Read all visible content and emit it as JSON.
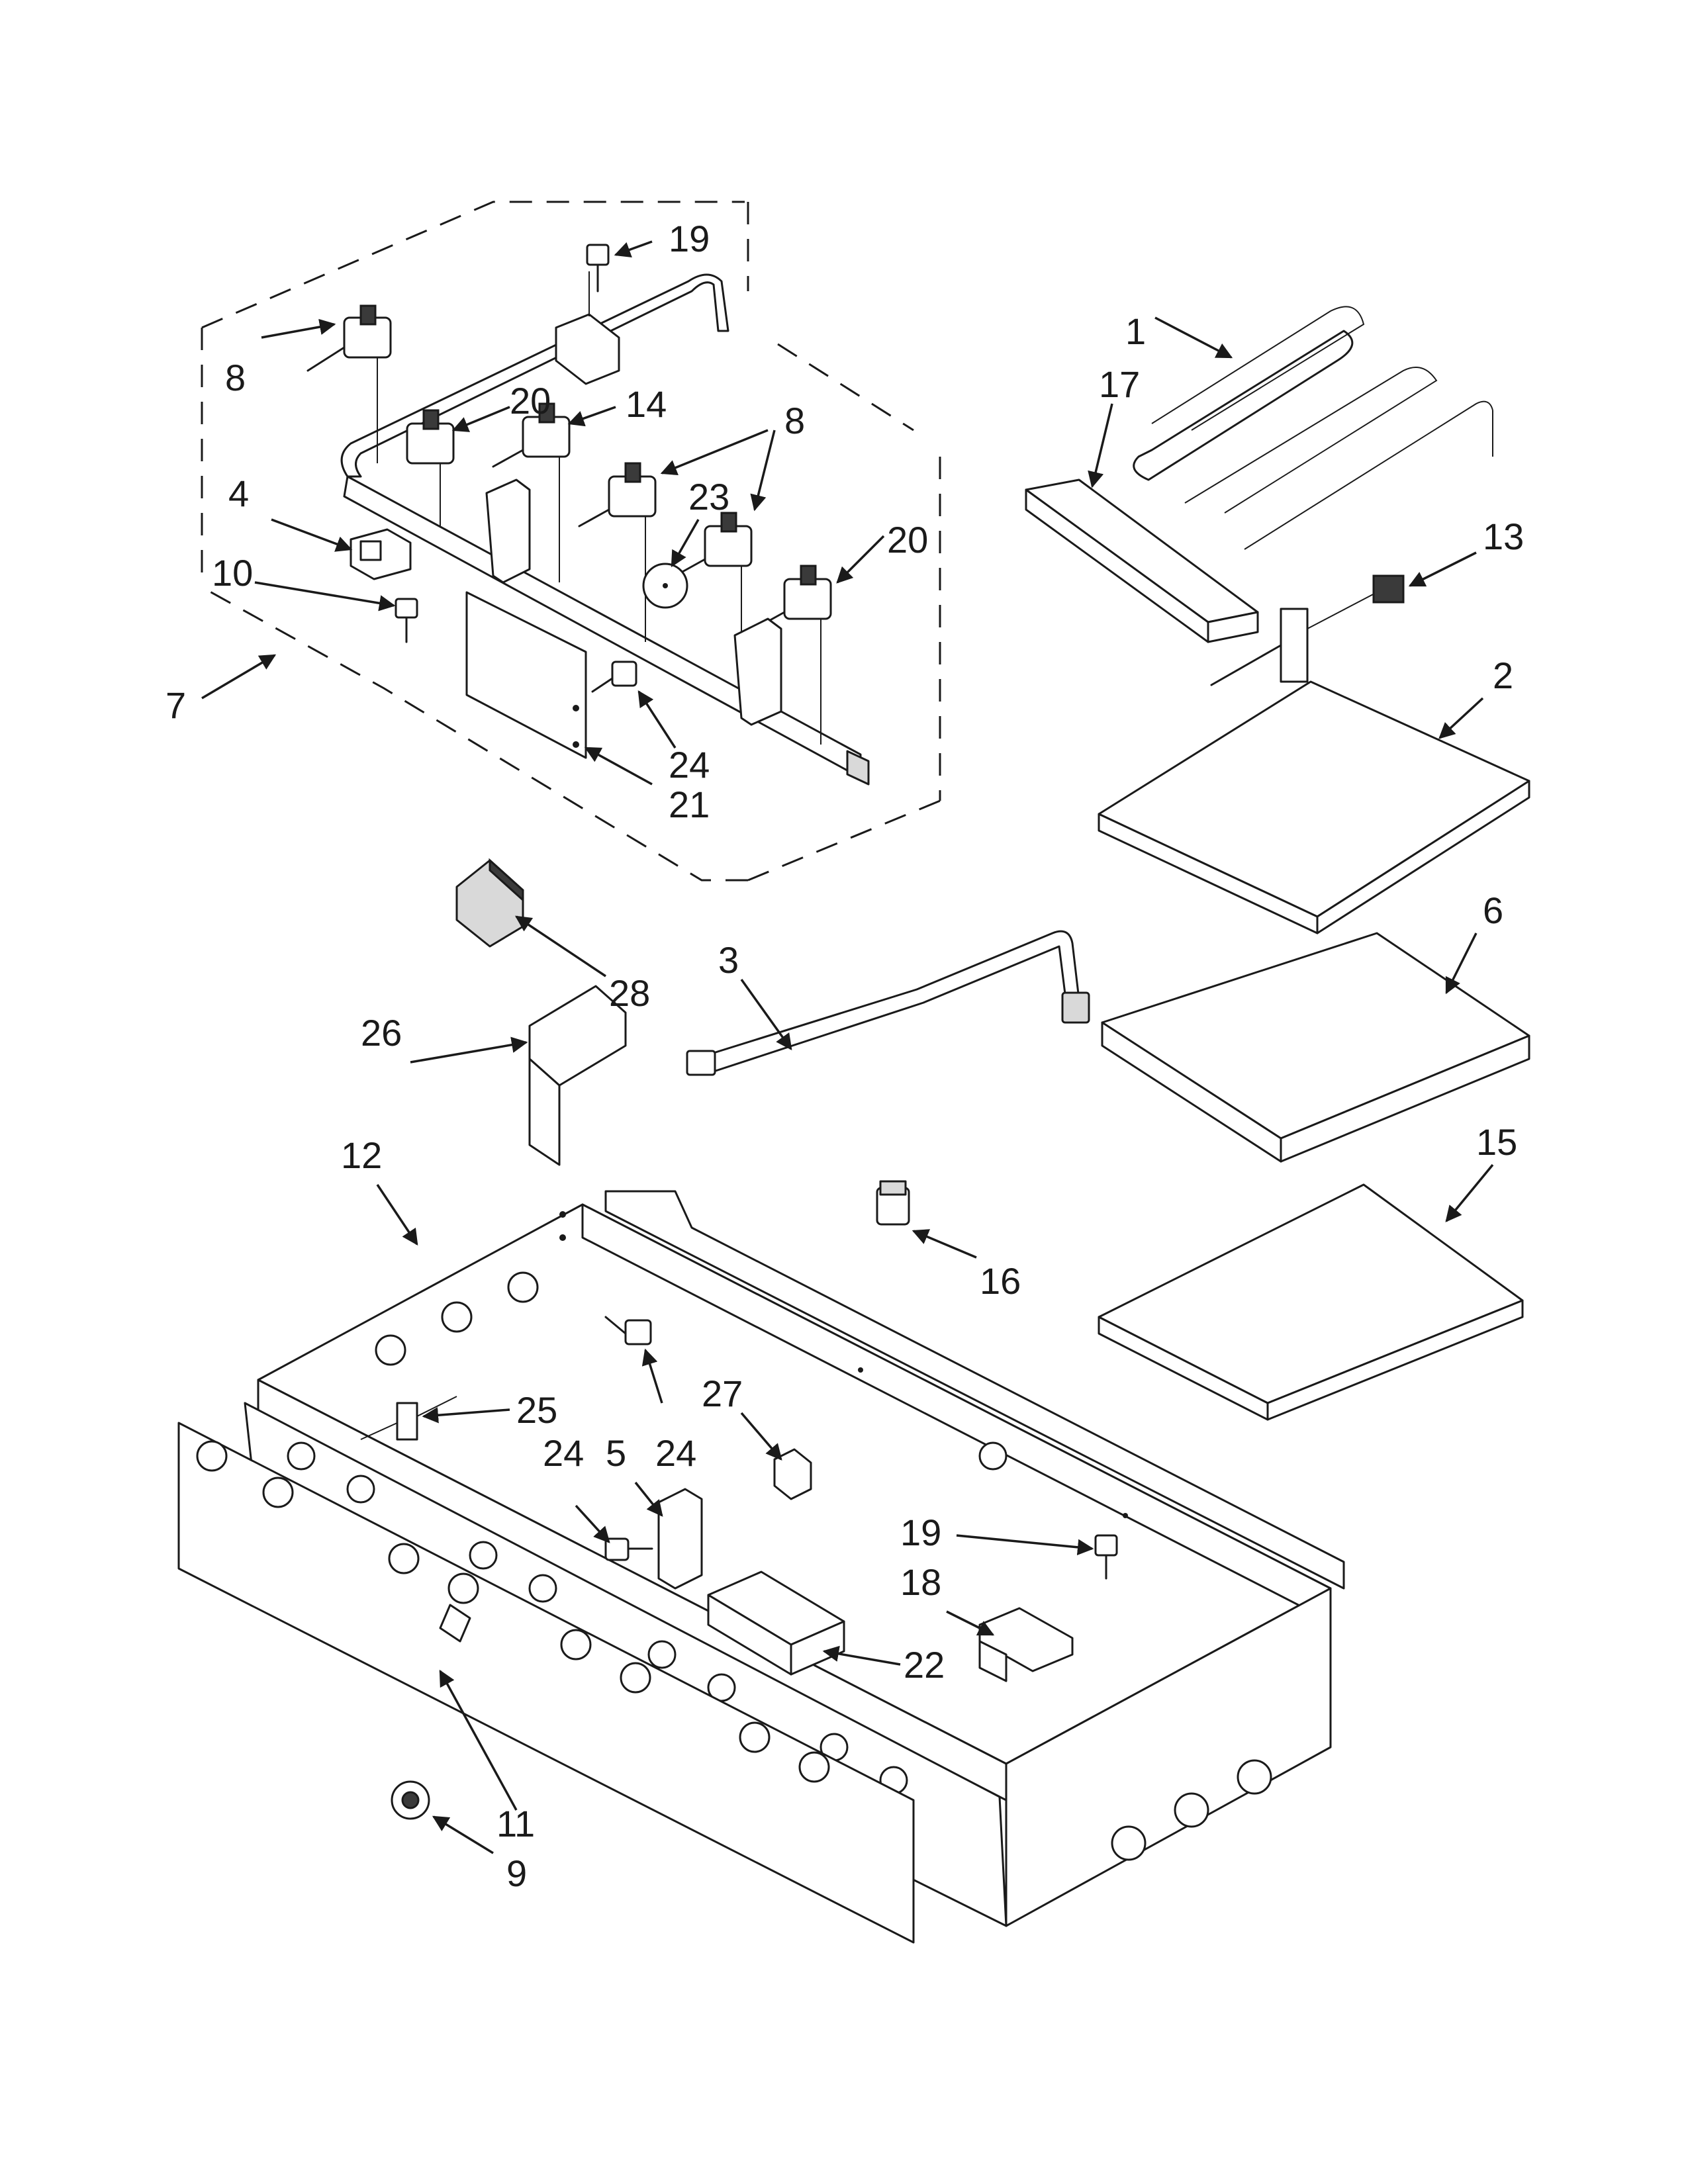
{
  "diagram": {
    "callouts": [
      {
        "id": "c19a",
        "text": "19"
      },
      {
        "id": "c1",
        "text": "1"
      },
      {
        "id": "c17",
        "text": "17"
      },
      {
        "id": "c8a",
        "text": "8"
      },
      {
        "id": "c20a",
        "text": "20"
      },
      {
        "id": "c14",
        "text": "14"
      },
      {
        "id": "c8b",
        "text": "8"
      },
      {
        "id": "c23",
        "text": "23"
      },
      {
        "id": "c20b",
        "text": "20"
      },
      {
        "id": "c4",
        "text": "4"
      },
      {
        "id": "c10",
        "text": "10"
      },
      {
        "id": "c13",
        "text": "13"
      },
      {
        "id": "c7",
        "text": "7"
      },
      {
        "id": "c2",
        "text": "2"
      },
      {
        "id": "c24a",
        "text": "24"
      },
      {
        "id": "c21",
        "text": "21"
      },
      {
        "id": "c6",
        "text": "6"
      },
      {
        "id": "c28",
        "text": "28"
      },
      {
        "id": "c3",
        "text": "3"
      },
      {
        "id": "c26",
        "text": "26"
      },
      {
        "id": "c12",
        "text": "12"
      },
      {
        "id": "c15",
        "text": "15"
      },
      {
        "id": "c16",
        "text": "16"
      },
      {
        "id": "c27",
        "text": "27"
      },
      {
        "id": "c25",
        "text": "25"
      },
      {
        "id": "c24b",
        "text": "24"
      },
      {
        "id": "c5",
        "text": "5"
      },
      {
        "id": "c24c",
        "text": "24"
      },
      {
        "id": "c19b",
        "text": "19"
      },
      {
        "id": "c18",
        "text": "18"
      },
      {
        "id": "c22",
        "text": "22"
      },
      {
        "id": "c11",
        "text": "11"
      },
      {
        "id": "c9",
        "text": "9"
      }
    ]
  }
}
